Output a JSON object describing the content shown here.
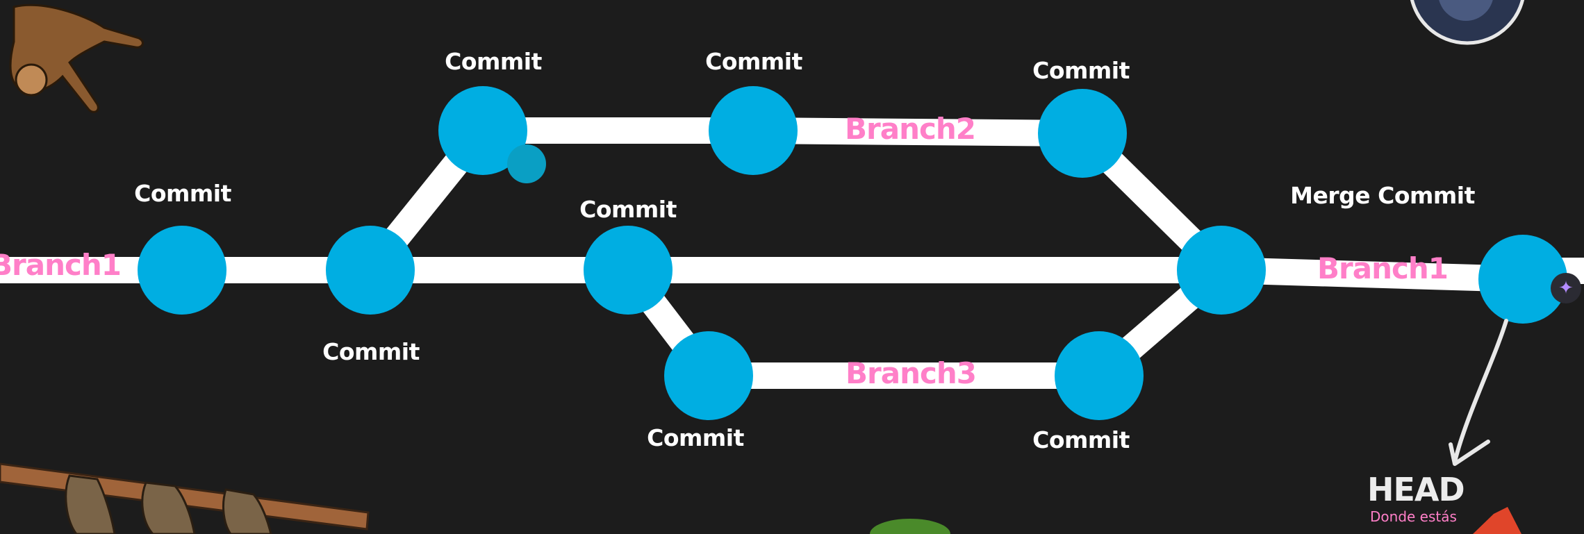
{
  "colors": {
    "background": "#1c1c1c",
    "node": "#00aee2",
    "edge": "#ffffff",
    "branch_label": "#ff7fc8",
    "text": "#ffffff"
  },
  "nodes": [
    {
      "id": "c1",
      "label": "Commit"
    },
    {
      "id": "c2",
      "label": "Commit"
    },
    {
      "id": "c3",
      "label": "Commit"
    },
    {
      "id": "c4",
      "label": "Commit"
    },
    {
      "id": "c5",
      "label": "Commit"
    },
    {
      "id": "c6",
      "label": "Commit"
    },
    {
      "id": "c7",
      "label": "Commit"
    },
    {
      "id": "c8",
      "label": "Commit"
    },
    {
      "id": "merge",
      "label": "Merge Commit"
    },
    {
      "id": "head_commit",
      "label": ""
    }
  ],
  "edges": [
    {
      "from": "c1",
      "to": "c2"
    },
    {
      "from": "c2",
      "to": "c3"
    },
    {
      "from": "c2",
      "to": "c4"
    },
    {
      "from": "c3",
      "to": "c5"
    },
    {
      "from": "c5",
      "to": "c6"
    },
    {
      "from": "c6",
      "to": "merge"
    },
    {
      "from": "c4",
      "to": "merge"
    },
    {
      "from": "c4",
      "to": "c7"
    },
    {
      "from": "c7",
      "to": "c8"
    },
    {
      "from": "c8",
      "to": "merge"
    },
    {
      "from": "merge",
      "to": "head_commit"
    }
  ],
  "branch_labels": {
    "branch1_left": "Branch1",
    "branch2": "Branch2",
    "branch3": "Branch3",
    "branch1_right": "Branch1"
  },
  "head": {
    "title": "HEAD",
    "subtitle": "Donde estás"
  },
  "icons": {
    "sparkle": "sparkle-icon",
    "head_arrow": "arrow-icon",
    "monkey": "monkey-illustration",
    "sloths": "sloths-illustration",
    "avatar": "avatar-image"
  }
}
